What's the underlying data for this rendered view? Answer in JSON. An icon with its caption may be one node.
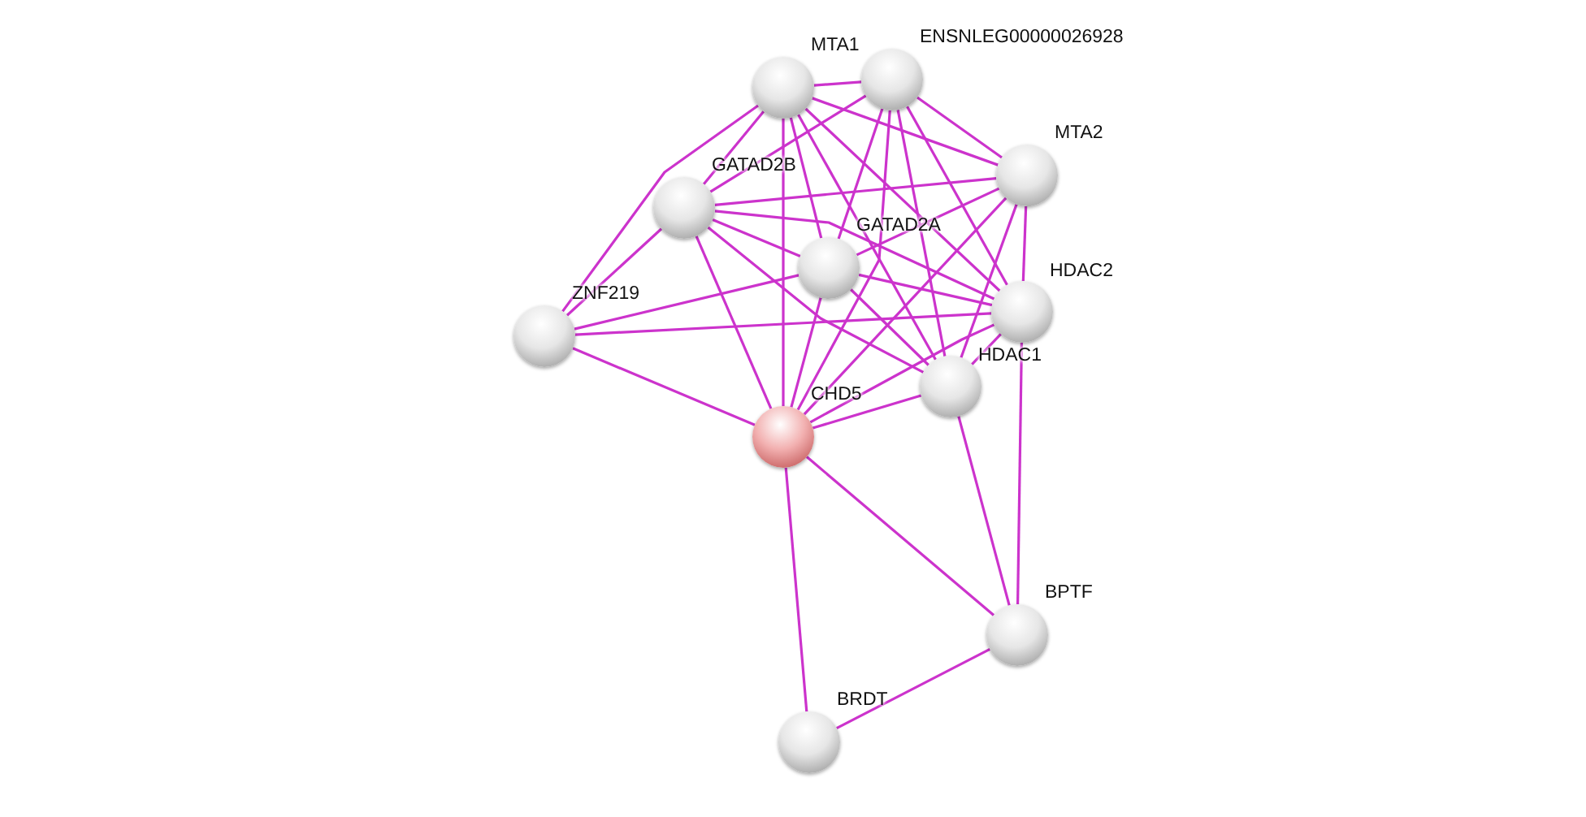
{
  "diagram": {
    "nodes": [
      {
        "text": [
          "MTA1"
        ]
      },
      {
        "text": [
          "ENSNLEG00000026928"
        ]
      },
      {
        "text": [
          "MTA2"
        ]
      },
      {
        "text": [
          "GATAD2B"
        ]
      },
      {
        "text": [
          "GATAD2A"
        ]
      },
      {
        "text": [
          "HDAC2"
        ]
      },
      {
        "text": [
          "ZNF219"
        ]
      },
      {
        "text": [
          "HDAC1"
        ]
      },
      {
        "text": [
          "CHD5"
        ]
      },
      {
        "text": [
          "BPTF"
        ]
      },
      {
        "text": [
          "BRDT"
        ]
      }
    ],
    "edges": [
      {
        "from": 0,
        "to": 1,
        "arrow": "none"
      },
      {
        "from": 0,
        "to": 2,
        "arrow": "none"
      },
      {
        "from": 0,
        "to": 3,
        "arrow": "none"
      },
      {
        "from": 0,
        "to": 4,
        "arrow": "none"
      },
      {
        "from": 0,
        "to": 5,
        "arrow": "none"
      },
      {
        "from": 0,
        "to": 7,
        "arrow": "none"
      },
      {
        "from": 0,
        "to": 8,
        "arrow": "none"
      },
      {
        "from": 1,
        "to": 2,
        "arrow": "none"
      },
      {
        "from": 1,
        "to": 3,
        "arrow": "none"
      },
      {
        "from": 1,
        "to": 4,
        "arrow": "none"
      },
      {
        "from": 1,
        "to": 5,
        "arrow": "none"
      },
      {
        "from": 1,
        "to": 7,
        "arrow": "none"
      },
      {
        "from": 1,
        "to": 8,
        "arrow": "none"
      },
      {
        "from": 2,
        "to": 3,
        "arrow": "none"
      },
      {
        "from": 2,
        "to": 4,
        "arrow": "none"
      },
      {
        "from": 2,
        "to": 5,
        "arrow": "none"
      },
      {
        "from": 2,
        "to": 7,
        "arrow": "none"
      },
      {
        "from": 2,
        "to": 8,
        "arrow": "none"
      },
      {
        "from": 3,
        "to": 4,
        "arrow": "none"
      },
      {
        "from": 3,
        "to": 5,
        "arrow": "none"
      },
      {
        "from": 3,
        "to": 7,
        "arrow": "none"
      },
      {
        "from": 3,
        "to": 8,
        "arrow": "none"
      },
      {
        "from": 4,
        "to": 5,
        "arrow": "none"
      },
      {
        "from": 4,
        "to": 7,
        "arrow": "none"
      },
      {
        "from": 4,
        "to": 8,
        "arrow": "none"
      },
      {
        "from": 5,
        "to": 7,
        "arrow": "none"
      },
      {
        "from": 5,
        "to": 8,
        "arrow": "none"
      },
      {
        "from": 7,
        "to": 8,
        "arrow": "none"
      },
      {
        "from": 6,
        "to": 3,
        "arrow": "none"
      },
      {
        "from": 6,
        "to": 0,
        "arrow": "none"
      },
      {
        "from": 6,
        "to": 4,
        "arrow": "none"
      },
      {
        "from": 6,
        "to": 5,
        "arrow": "none"
      },
      {
        "from": 6,
        "to": 8,
        "arrow": "none"
      },
      {
        "from": 9,
        "to": 8,
        "arrow": "none"
      },
      {
        "from": 9,
        "to": 7,
        "arrow": "none"
      },
      {
        "from": 9,
        "to": 5,
        "arrow": "none"
      },
      {
        "from": 9,
        "to": 10,
        "arrow": "none"
      },
      {
        "from": 10,
        "to": 8,
        "arrow": "none"
      }
    ]
  }
}
